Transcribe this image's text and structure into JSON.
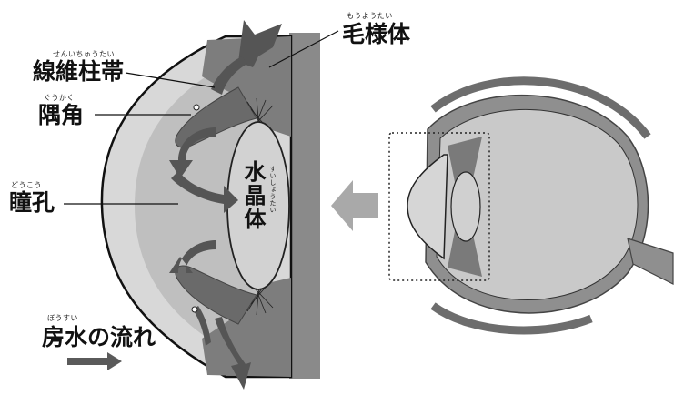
{
  "labels": {
    "ciliary_body": {
      "text": "毛様体",
      "ruby": "もうようたい"
    },
    "zonule": {
      "text": "線維柱帯",
      "ruby": "せんいちゅうたい"
    },
    "angle": {
      "text": "隅角",
      "ruby": "ぐうかく"
    },
    "pupil": {
      "text": "瞳孔",
      "ruby": "どうこう"
    },
    "lens": {
      "text": "水晶体",
      "ruby": "すいしょうたい"
    },
    "aqueous_flow": {
      "text": "房水の流れ",
      "ruby": "ぼうすい"
    }
  },
  "colors": {
    "cornea_fill": "#d4d4d4",
    "chamber_fill": "#bdbdbd",
    "iris_fill": "#6f6f6f",
    "lens_fill": "#cfcfcf",
    "sclera_fill": "#8a8a8a",
    "arrow_fill": "#5a5a5a",
    "pointer_arrow": "#a9a9a9"
  }
}
